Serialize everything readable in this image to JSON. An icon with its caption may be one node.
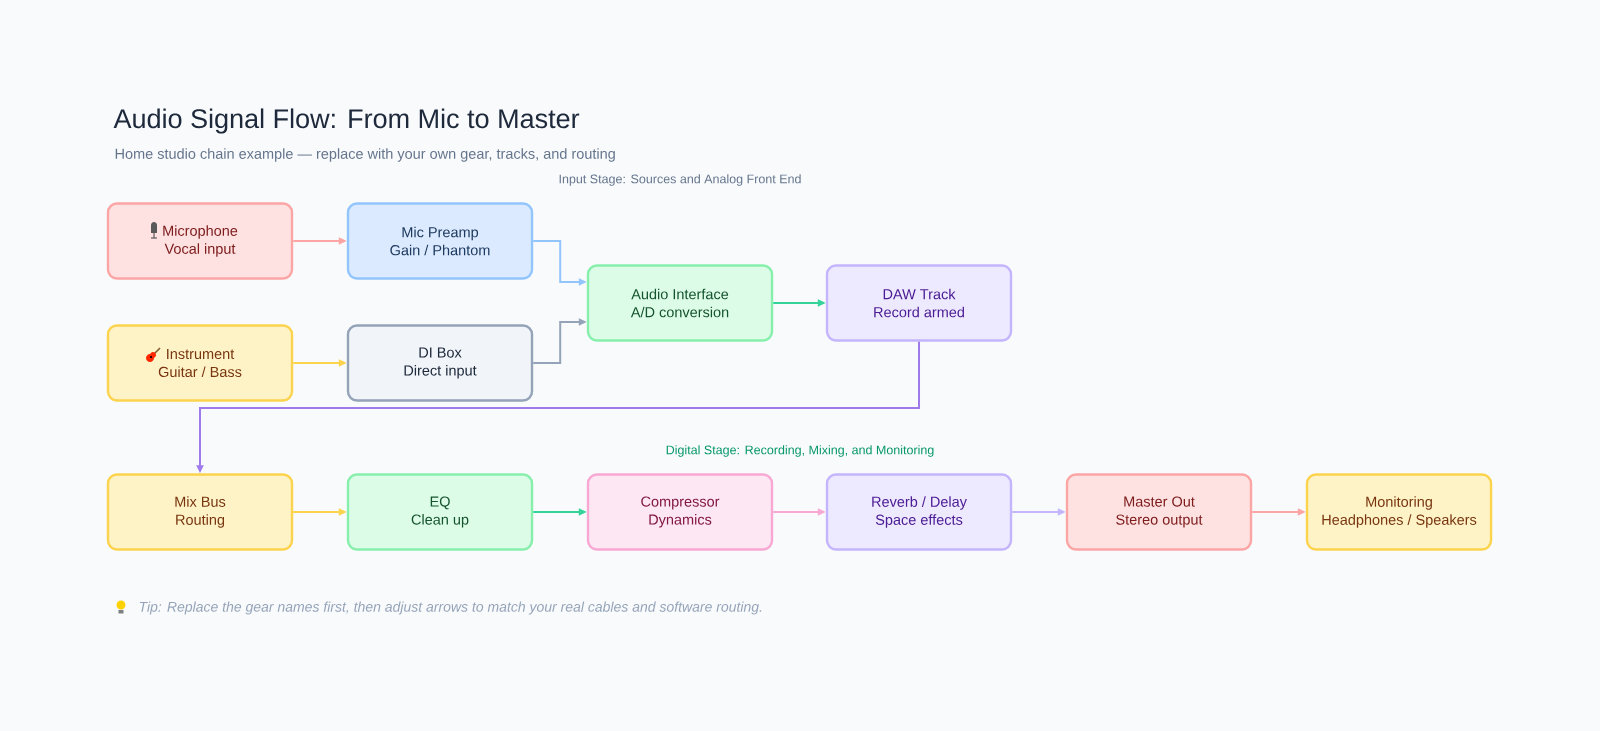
{
  "diagram": {
    "title": "Audio Signal Flow: From Mic to Master",
    "caption": "Home studio chain example — replace with your own gear, tracks, and routing",
    "nodes": [
      {
        "text": [
          "Microphone",
          "Vocal input"
        ]
      },
      {
        "text": [
          "Mic Preamp",
          "Gain / Phantom"
        ]
      },
      {
        "text": [
          "Audio Interface",
          "A/D conversion"
        ]
      },
      {
        "text": [
          "DAW Track",
          "Record armed"
        ]
      },
      {
        "text": [
          "Instrument",
          "Guitar / Bass"
        ]
      },
      {
        "text": [
          "DI Box",
          "Direct input"
        ]
      },
      {
        "text": [
          "Mix Bus",
          "Routing"
        ]
      },
      {
        "text": [
          "EQ",
          "Clean up"
        ]
      },
      {
        "text": [
          "Compressor",
          "Dynamics"
        ]
      },
      {
        "text": [
          "Reverb / Delay",
          "Space effects"
        ]
      },
      {
        "text": [
          "Master Out",
          "Stereo output"
        ]
      },
      {
        "text": [
          "Monitoring",
          "Headphones / Speakers"
        ]
      }
    ],
    "edges": [
      {
        "from": 0,
        "to": 1,
        "arrow": "to",
        "color": "#fca5a5"
      },
      {
        "from": 1,
        "to": 2,
        "arrow": "to",
        "color": "#93c5fd"
      },
      {
        "from": 4,
        "to": 5,
        "arrow": "to",
        "color": "#fcd34d"
      },
      {
        "from": 5,
        "to": 2,
        "arrow": "to",
        "color": "#94a3b8"
      },
      {
        "from": 2,
        "to": 3,
        "arrow": "to",
        "color": "#34d399"
      },
      {
        "from": 3,
        "to": 6,
        "arrow": "to",
        "color": "#9f7aea"
      },
      {
        "from": 6,
        "to": 7,
        "arrow": "to",
        "color": "#fcd34d"
      },
      {
        "from": 7,
        "to": 8,
        "arrow": "to",
        "color": "#34d399"
      },
      {
        "from": 8,
        "to": 9,
        "arrow": "to",
        "color": "#f9a8d4"
      },
      {
        "from": 9,
        "to": 10,
        "arrow": "to",
        "color": "#c4b5fd"
      },
      {
        "from": 10,
        "to": 11,
        "arrow": "to",
        "color": "#fca5a5"
      }
    ],
    "labels": [
      "Input Stage: Sources and Analog Front End",
      "Digital Stage: Recording, Mixing, and Monitoring",
      "Tip: Replace the gear names first, then adjust arrows to match your real cables and software routing."
    ]
  }
}
